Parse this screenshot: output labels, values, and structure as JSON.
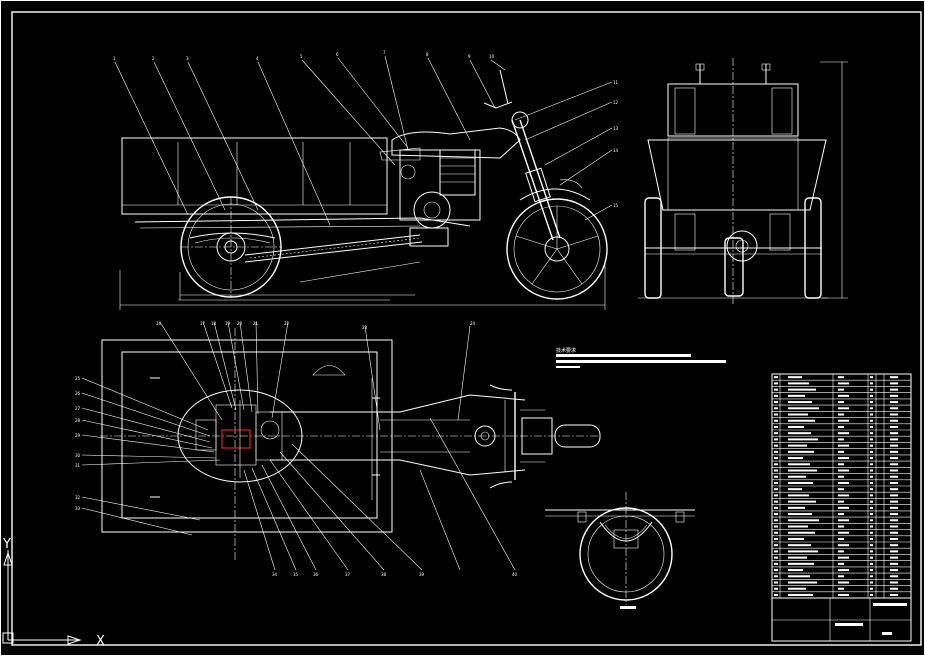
{
  "drawing": {
    "background": "#000000",
    "line_color": "#ffffff",
    "highlight_color": "#e02020"
  },
  "ucs_icon": {
    "x_label": "X",
    "y_label": "Y"
  },
  "views": {
    "side": {
      "balloons": [
        "1",
        "2",
        "3",
        "4",
        "5",
        "6",
        "7",
        "8",
        "9",
        "10",
        "11",
        "12",
        "13",
        "14",
        "15"
      ]
    },
    "plan": {
      "balloons": [
        "16",
        "17",
        "18",
        "19",
        "20",
        "21",
        "22",
        "23",
        "24",
        "25",
        "26",
        "27",
        "28",
        "29",
        "30",
        "31",
        "32",
        "33",
        "34",
        "35",
        "36",
        "37",
        "38",
        "39",
        "40"
      ]
    }
  },
  "tech_requirements": {
    "heading": "技术要求"
  },
  "title_block": {
    "rows": 36
  }
}
